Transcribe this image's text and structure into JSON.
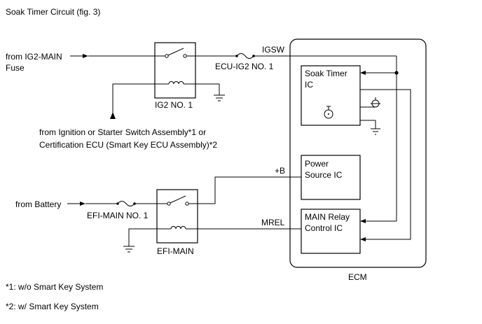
{
  "title": "Soak Timer Circuit (fig. 3)",
  "sources": {
    "ig2_main_line1": "from IG2-MAIN",
    "ig2_main_line2": "Fuse",
    "ignition_line1": "from Ignition or Starter Switch Assembly*1 or",
    "ignition_line2": "Certification ECU (Smart Key ECU Assembly)*2",
    "battery": "from Battery"
  },
  "components": {
    "ig2_relay": "IG2 NO. 1",
    "ecu_ig2_fuse": "ECU-IG2 NO. 1",
    "efi_main_fuse": "EFI-MAIN NO. 1",
    "efi_main_relay": "EFI-MAIN"
  },
  "signals": {
    "igsw": "IGSW",
    "plus_b": "+B",
    "mrel": "MREL"
  },
  "ecm": {
    "label": "ECM",
    "soak_timer_line1": "Soak Timer",
    "soak_timer_line2": "IC",
    "power_source_line1": "Power",
    "power_source_line2": "Source IC",
    "main_relay_line1": "MAIN Relay",
    "main_relay_line2": "Control IC"
  },
  "notes": {
    "note1": "*1: w/o Smart Key System",
    "note2": "*2: w/ Smart Key System"
  }
}
